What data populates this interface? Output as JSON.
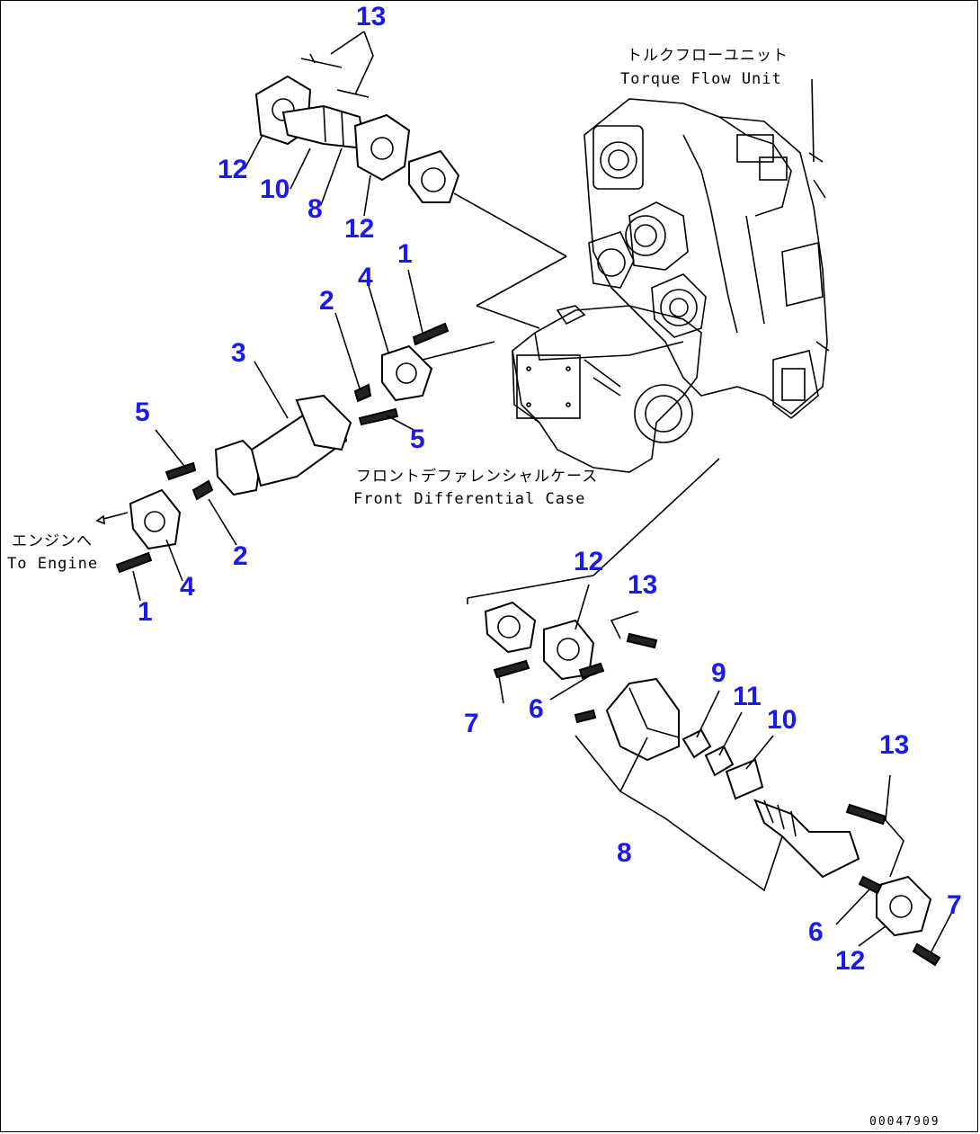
{
  "labels": {
    "torque_flow_jp": "トルクフローユニット",
    "torque_flow_en": "Torque Flow Unit",
    "front_diff_jp": "フロントデファレンシャルケース",
    "front_diff_en": "Front Differential Case",
    "engine_jp": "エンジンへ",
    "engine_en": "To Engine"
  },
  "callouts": {
    "c13a": "13",
    "c12a": "12",
    "c10a": "10",
    "c8a": "8",
    "c12b": "12",
    "c1a": "1",
    "c4a": "4",
    "c2a": "2",
    "c3": "3",
    "c5a": "5",
    "c5b": "5",
    "c2b": "2",
    "c4b": "4",
    "c1b": "1",
    "c12c": "12",
    "c13b": "13",
    "c7a": "7",
    "c6a": "6",
    "c9": "9",
    "c11": "11",
    "c10b": "10",
    "c8b": "8",
    "c13c": "13",
    "c7b": "7",
    "c6b": "6",
    "c12d": "12"
  },
  "doc_id": "00047909",
  "colors": {
    "callout": "#1a1aee",
    "line": "#000000"
  }
}
